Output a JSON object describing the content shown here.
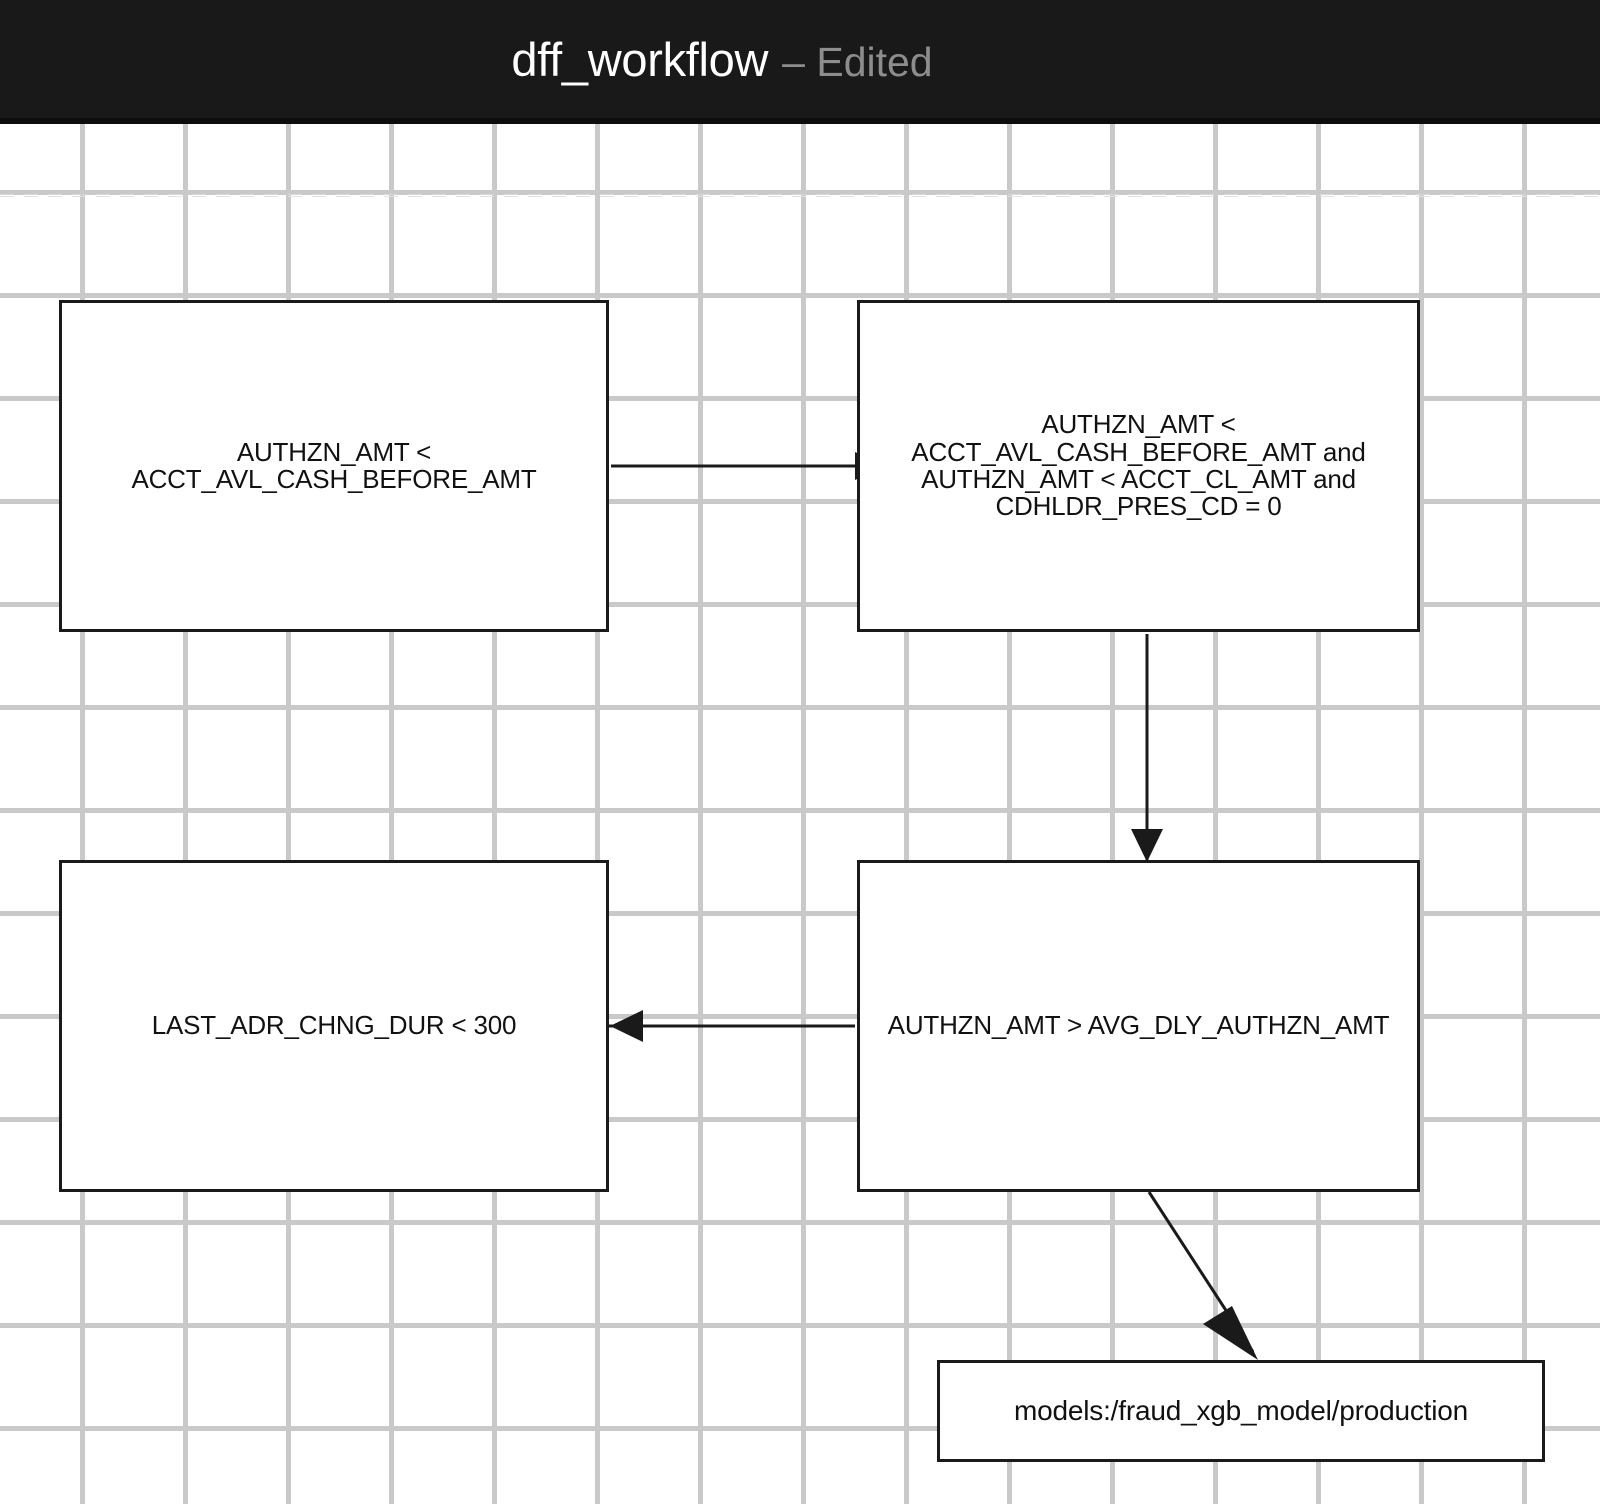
{
  "titlebar": {
    "document_title": "dff_workflow",
    "edit_status": "– Edited"
  },
  "canvas": {
    "background_color": "#ffffff",
    "grid_dot_color": "#c9c9c9",
    "node_border_color": "#1a1a1a",
    "edge_color": "#1a1a1a"
  },
  "diagram": {
    "nodes": [
      {
        "id": "cond-1",
        "label": "AUTHZN_AMT <\nACCT_AVL_CASH_BEFORE_AMT"
      },
      {
        "id": "cond-2",
        "label": "AUTHZN_AMT <\nACCT_AVL_CASH_BEFORE_AMT and\nAUTHZN_AMT < ACCT_CL_AMT and\nCDHLDR_PRES_CD = 0"
      },
      {
        "id": "cond-3",
        "label": "LAST_ADR_CHNG_DUR < 300"
      },
      {
        "id": "cond-4",
        "label": "AUTHZN_AMT > AVG_DLY_AUTHZN_AMT"
      },
      {
        "id": "model",
        "label": "models:/fraud_xgb_model/production"
      }
    ],
    "edges": [
      {
        "id": "edge-1",
        "from": "cond-1",
        "to": "cond-2",
        "direction": "right"
      },
      {
        "id": "edge-2",
        "from": "cond-2",
        "to": "cond-4",
        "direction": "down"
      },
      {
        "id": "edge-3",
        "from": "cond-4",
        "to": "cond-3",
        "direction": "left"
      },
      {
        "id": "edge-4",
        "from": "cond-4",
        "to": "model",
        "direction": "down-right"
      }
    ]
  }
}
